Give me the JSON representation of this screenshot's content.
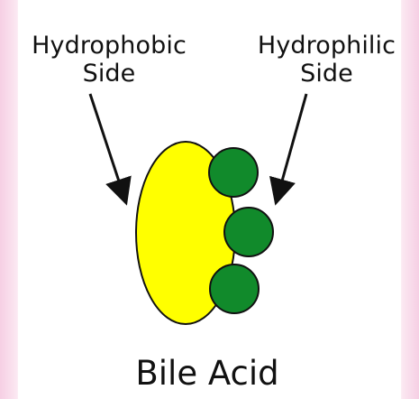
{
  "diagram": {
    "left_label": {
      "line1": "Hydrophobic",
      "line2": "Side"
    },
    "right_label": {
      "line1": "Hydrophilic",
      "line2": "Side"
    },
    "caption": "Bile Acid",
    "colors": {
      "hydrophobic_body": "#ffff00",
      "hydrophilic_circle": "#118a2b",
      "outline": "#111111"
    }
  }
}
